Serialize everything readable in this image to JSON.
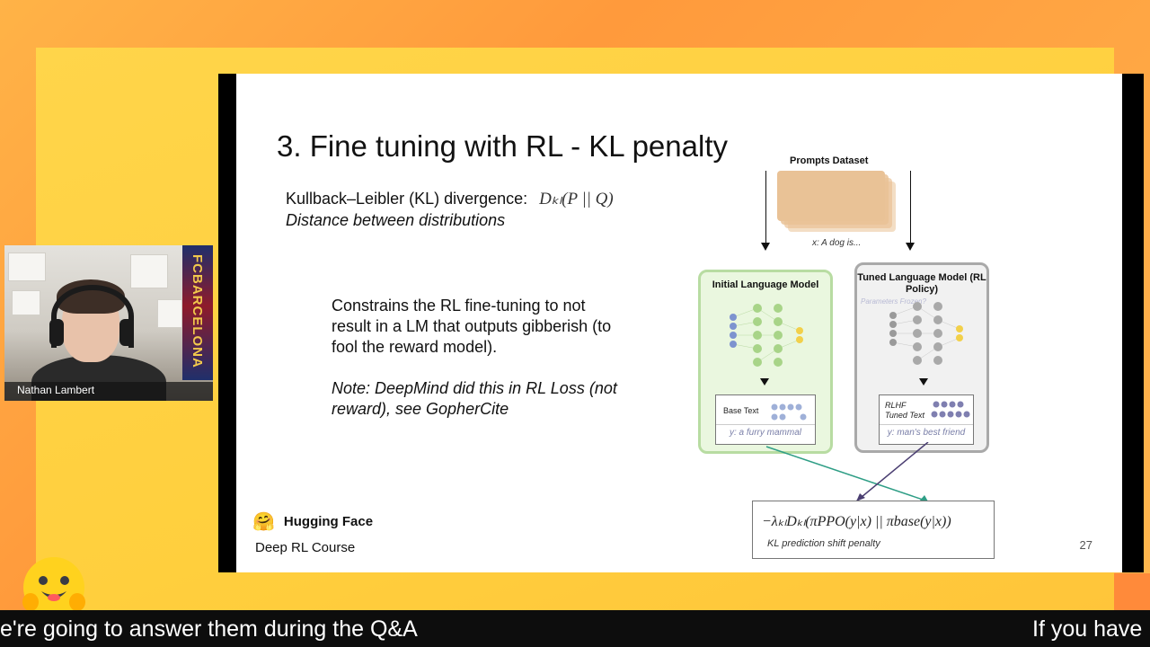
{
  "slide": {
    "title": "3. Fine tuning with RL - KL penalty",
    "kl_text": "Kullback–Leibler (KL) divergence:",
    "kl_formula": "Dₖₗ(P || Q)",
    "kl_subtitle": "Distance between distributions",
    "constrains_text": "Constrains the RL fine-tuning to not result in a LM that outputs gibberish (to fool the reward model).",
    "note_text": "Note: DeepMind did this in RL Loss (not reward), see GopherCite",
    "brand": "Hugging Face",
    "course": "Deep RL Course",
    "page_number": "27"
  },
  "diagram": {
    "prompts_title": "Prompts Dataset",
    "prompt_example": "x: A dog is...",
    "initial_model_title": "Initial Language Model",
    "tuned_model_title": "Tuned Language Model (RL Policy)",
    "frozen_label": "Parameters Frozen?",
    "base_text_label": "Base Text",
    "base_text_output": "y: a furry mammal",
    "rlhf_label_1": "RLHF",
    "rlhf_label_2": "Tuned Text",
    "rlhf_output": "y: man's best friend",
    "formula": "−λₖₗDₖₗ(πPPO(y|x) || πbase(y|x))",
    "formula_caption": "KL prediction shift penalty"
  },
  "webcam": {
    "participant_name": "Nathan Lambert",
    "banner_text": "FCBARCELONA"
  },
  "captions": {
    "left": "e're going to answer them during the Q&A",
    "right": "If you have"
  },
  "colors": {
    "background": "#ff9a3c",
    "frame": "#ffd54a",
    "initial_model_bg": "#eaf7df",
    "tuned_model_bg": "#f1f1f1",
    "green_arrow": "#2f9e86",
    "purple_arrow": "#4b3f72"
  }
}
